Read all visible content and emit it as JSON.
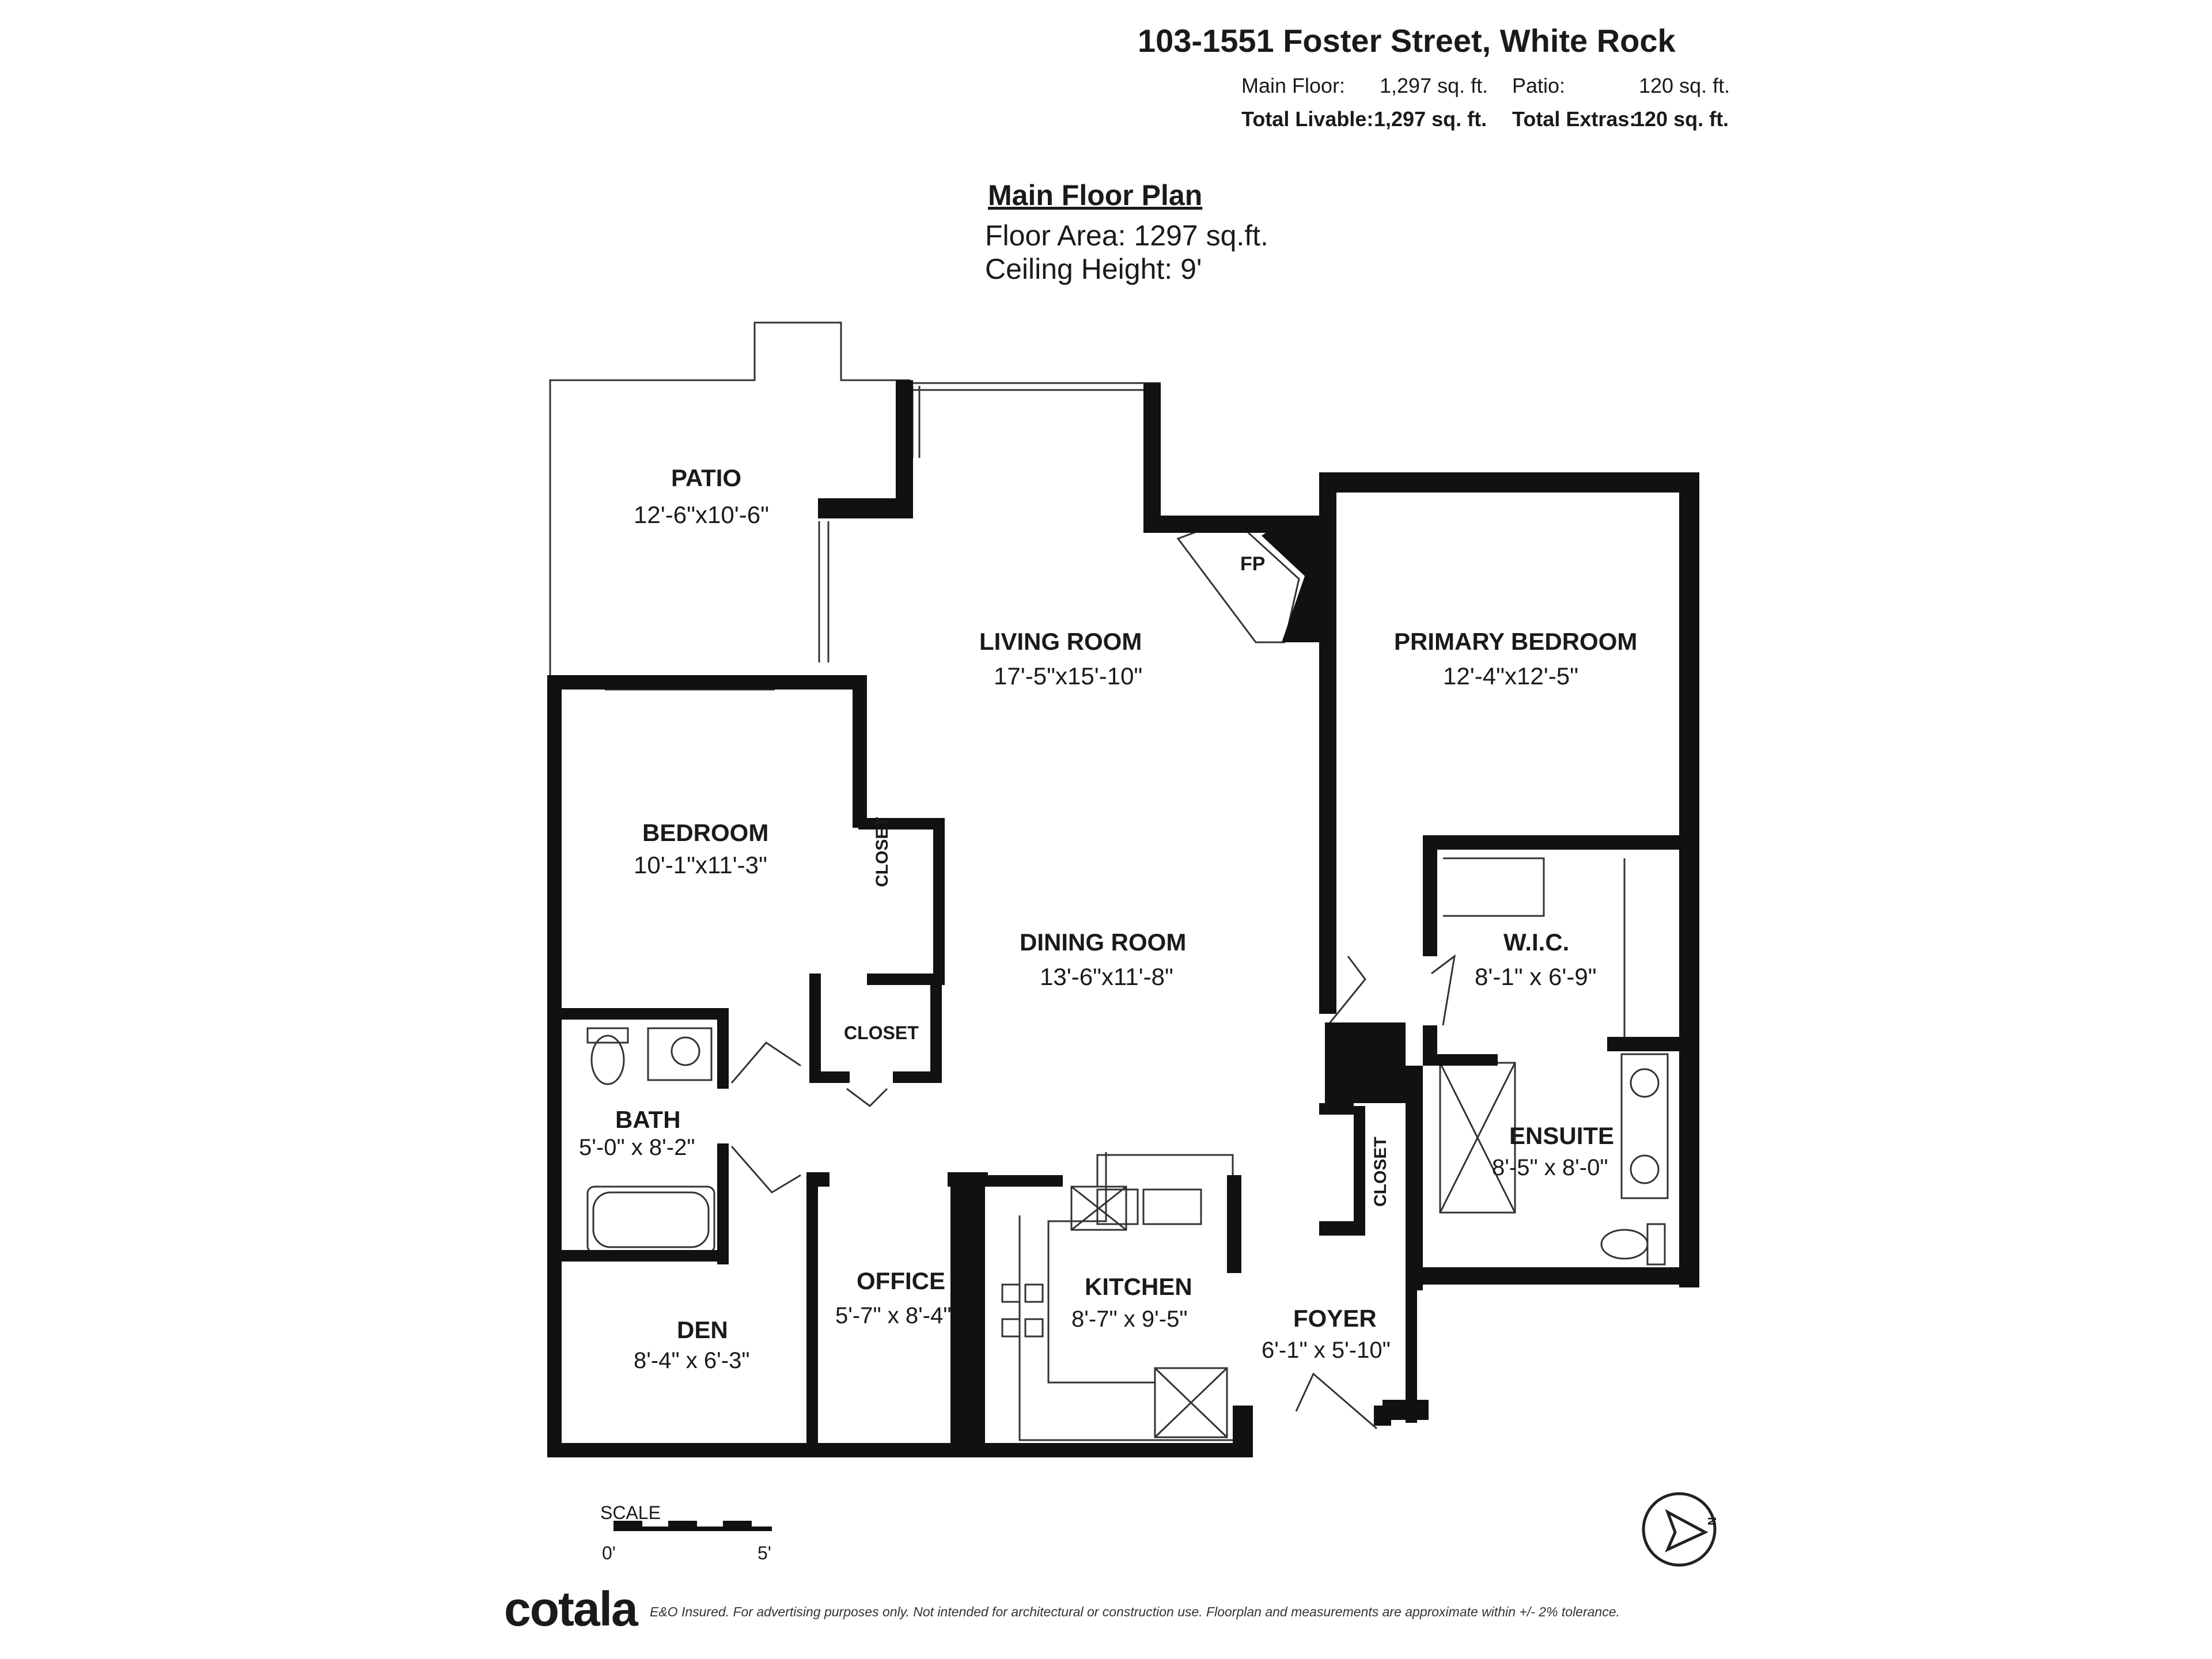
{
  "header": {
    "address": "103-1551 Foster Street, White Rock",
    "main_floor_label": "Main Floor:",
    "main_floor_value": "1,297 sq. ft.",
    "patio_label": "Patio:",
    "patio_value": "120 sq. ft.",
    "total_livable_label": "Total Livable:",
    "total_livable_value": "1,297 sq. ft.",
    "total_extras_label": "Total Extras:",
    "total_extras_value": "120 sq. ft."
  },
  "plan_info": {
    "title": "Main Floor Plan",
    "floor_area": "Floor Area: 1297 sq.ft.",
    "ceiling_height": "Ceiling Height: 9'"
  },
  "rooms": {
    "patio": {
      "name": "PATIO",
      "dims": "12'-6\"x10'-6\""
    },
    "living": {
      "name": "LIVING ROOM",
      "dims": "17'-5\"x15'-10\""
    },
    "primary": {
      "name": "PRIMARY BEDROOM",
      "dims": "12'-4\"x12'-5\""
    },
    "bedroom": {
      "name": "BEDROOM",
      "dims": "10'-1\"x11'-3\""
    },
    "dining": {
      "name": "DINING ROOM",
      "dims": "13'-6\"x11'-8\""
    },
    "wic": {
      "name": "W.I.C.",
      "dims": "8'-1\" x 6'-9\""
    },
    "bath": {
      "name": "BATH",
      "dims": "5'-0\" x 8'-2\""
    },
    "ensuite": {
      "name": "ENSUITE",
      "dims": "8'-5\" x 8'-0\""
    },
    "den": {
      "name": "DEN",
      "dims": "8'-4\" x 6'-3\""
    },
    "office": {
      "name": "OFFICE",
      "dims": "5'-7\" x 8'-4\""
    },
    "kitchen": {
      "name": "KITCHEN",
      "dims": "8'-7\" x 9'-5\""
    },
    "foyer": {
      "name": "FOYER",
      "dims": "6'-1\" x 5'-10\""
    }
  },
  "labels": {
    "closet_bedroom": "CLOSET",
    "closet_hall": "CLOSET",
    "closet_foyer": "CLOSET",
    "fireplace": "FP"
  },
  "scale": {
    "label": "SCALE",
    "start": "0'",
    "end": "5'"
  },
  "compass": {
    "letter": "N"
  },
  "footer": {
    "logo": "cotala",
    "disclaimer": "E&O Insured. For advertising purposes only. Not intended for architectural or construction use. Floorplan and measurements are approximate within +/- 2% tolerance."
  },
  "colors": {
    "wall": "#111111",
    "line": "#333333",
    "text": "#1a1a1a"
  }
}
